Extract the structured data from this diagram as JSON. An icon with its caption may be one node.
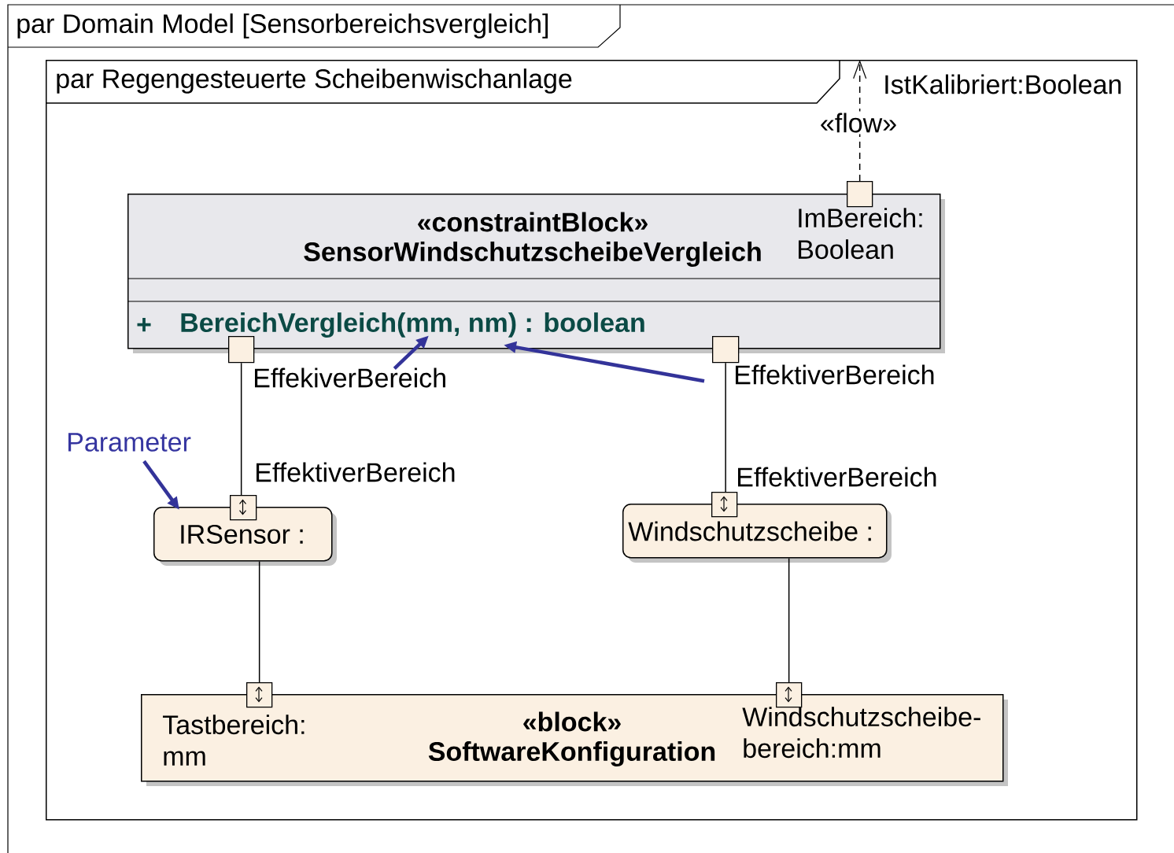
{
  "diagram": {
    "nodes": [
      {
        "text": [
          "par Domain Model [Sensorbereichsvergleich]"
        ]
      },
      {
        "text": [
          "par Regengesteuerte Scheibenwischanlage"
        ],
        "in": 0
      },
      {
        "text": [
          "«constraintBlock»",
          "SensorWindschutzscheibeVergleich",
          "+",
          "BereichVergleich(mm, nm) : boolean"
        ],
        "in": 1
      },
      {
        "text": [],
        "shape": "box",
        "beside": [
          "ImBereich: Boolean"
        ],
        "in": 1
      },
      {
        "text": [],
        "shape": "box",
        "beside": [
          "EffekiverBereich"
        ],
        "in": 1
      },
      {
        "text": [],
        "shape": "box",
        "beside": [
          "EffektiverBereich"
        ],
        "in": 1
      },
      {
        "text": [
          "IRSensor :"
        ],
        "in": 1
      },
      {
        "text": [],
        "shape": "box",
        "beside": [
          "EffektiverBereich"
        ],
        "in": 1
      },
      {
        "text": [
          "Windschutzscheibe :"
        ],
        "in": 1
      },
      {
        "text": [],
        "shape": "box",
        "beside": [
          "EffektiverBereich"
        ],
        "in": 1
      },
      {
        "text": [
          "Tastbereich: mm",
          "«block»",
          "SoftwareKonfiguration",
          "Windschutzscheibe- bereich:mm"
        ],
        "in": 1
      },
      {
        "text": [],
        "shape": "box",
        "in": 1
      },
      {
        "text": [],
        "shape": "box",
        "in": 1
      },
      {
        "text": [
          "Parameter"
        ],
        "in": 1
      }
    ],
    "edges": [
      {
        "from": 3,
        "to": 1,
        "arrow": "to",
        "label": "«flow»",
        "style": "dashed"
      },
      {
        "from": 4,
        "to": 7,
        "arrow": "none"
      },
      {
        "from": 5,
        "to": 9,
        "arrow": "none"
      },
      {
        "from": 6,
        "to": 11,
        "arrow": "none"
      },
      {
        "from": 8,
        "to": 12,
        "arrow": "none"
      },
      {
        "from": 13,
        "to": 6,
        "arrow": "to",
        "style": "thick",
        "color": "#333399"
      },
      {
        "from": 4,
        "to": 2,
        "arrow": "to",
        "style": "thick",
        "color": "#333399"
      },
      {
        "from": 5,
        "to": 2,
        "arrow": "to",
        "style": "thick",
        "color": "#333399"
      }
    ],
    "labels": [
      "IstKalibriert:Boolean"
    ]
  }
}
